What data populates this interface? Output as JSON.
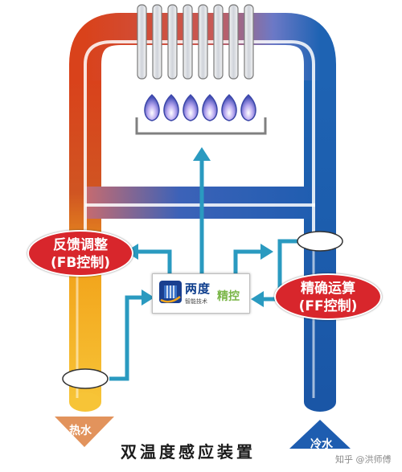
{
  "labels": {
    "feedback_line1": "反馈调整",
    "feedback_line2": "(FB控制)",
    "feedforward_line1": "精确运算",
    "feedforward_line2": "(FF控制)",
    "brand_name": "两度",
    "brand_sub": "智能技术",
    "brand_extra": "精控",
    "hot_water": "热水",
    "cold_water": "冷水",
    "caption": "双温度感应装置",
    "watermark": "知乎 @洪师傅"
  },
  "colors": {
    "hot_red": "#d9421b",
    "hot_yellow": "#f6b81d",
    "cold_blue": "#1e63b3",
    "arrow_teal": "#2a9ac0",
    "label_red": "#d8262c",
    "flame_blue": "#4650b8",
    "flame_purple": "#8a6fd0"
  },
  "icons": {
    "burner": "gas-burner-flames",
    "sensor": "temperature-sensor-oval",
    "logo": "brand-logo-square"
  }
}
